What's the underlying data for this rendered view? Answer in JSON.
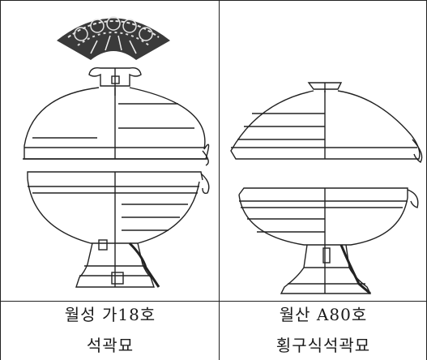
{
  "panels": [
    {
      "caption_line1": "월성 가18호",
      "caption_line2": "석곽묘"
    },
    {
      "caption_line1": "월산 A80호",
      "caption_line2": "횡구식석곽묘"
    }
  ],
  "colors": {
    "line": "#222222",
    "pattern": "#3a3a3a"
  }
}
